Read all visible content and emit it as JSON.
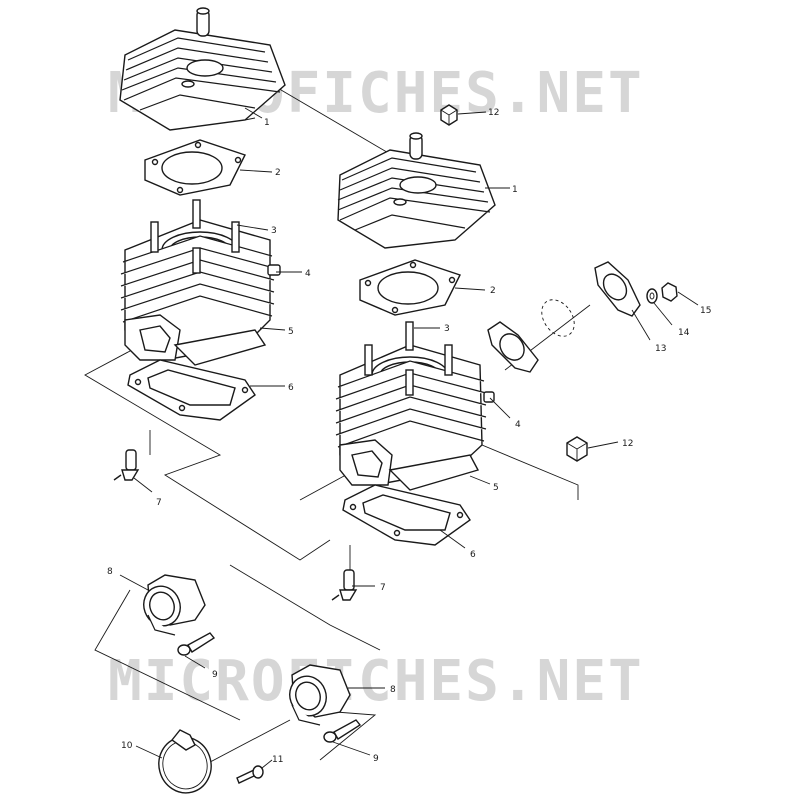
{
  "watermark": {
    "text": "MICROFICHES.NET"
  },
  "callouts": {
    "c1a": "1",
    "c1b": "1",
    "c2a": "2",
    "c2b": "2",
    "c3a": "3",
    "c3b": "3",
    "c4a": "4",
    "c4b": "4",
    "c5a": "5",
    "c5b": "5",
    "c6a": "6",
    "c6b": "6",
    "c7a": "7",
    "c7b": "7",
    "c8a": "8",
    "c8b": "8",
    "c9a": "9",
    "c9b": "9",
    "c10": "10",
    "c11": "11",
    "c12a": "12",
    "c12b": "12",
    "c13": "13",
    "c14": "14",
    "c15": "15"
  }
}
